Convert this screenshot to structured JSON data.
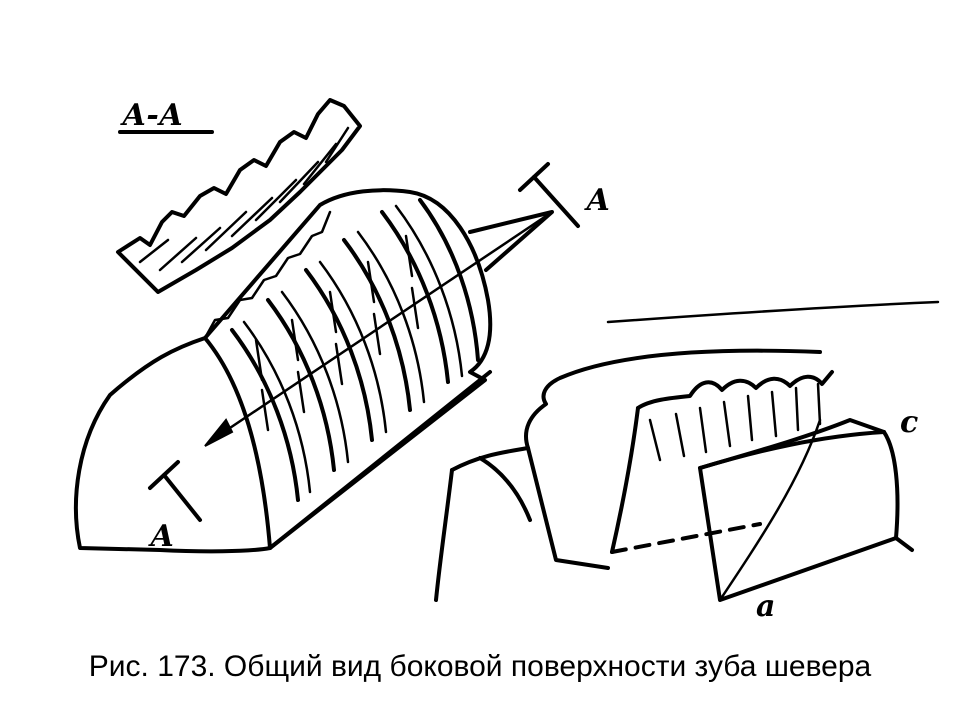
{
  "caption": "Рис. 173. Общий вид боковой поверхности зуба шевера",
  "labels": {
    "section": "А-А",
    "cut_a_top": "А",
    "cut_a_bottom": "А",
    "point_c": "c",
    "point_a": "a"
  }
}
